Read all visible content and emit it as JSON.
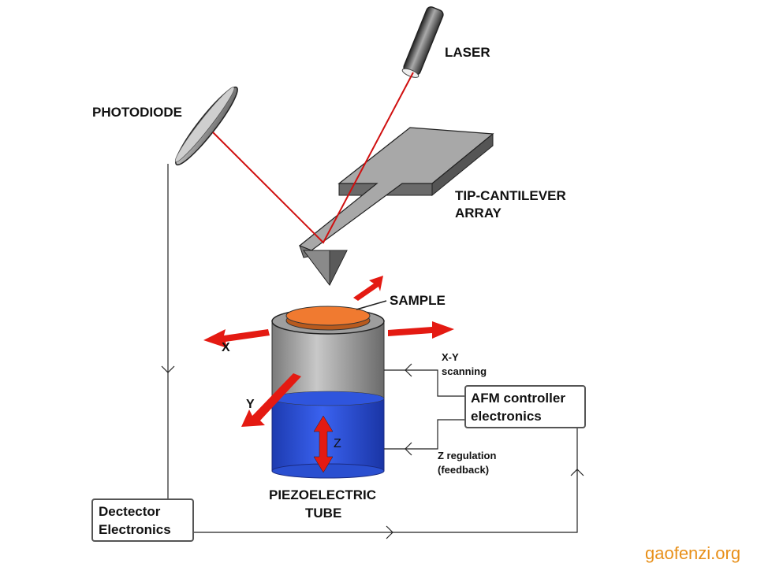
{
  "labels": {
    "laser": "LASER",
    "photodiode": "PHOTODIODE",
    "cantilever_line1": "TIP-CANTILEVER",
    "cantilever_line2": "ARRAY",
    "sample": "SAMPLE",
    "piezo_line1": "PIEZOELECTRIC",
    "piezo_line2": "TUBE",
    "axis_x": "X",
    "axis_y": "Y",
    "axis_z": "Z",
    "xy_line1": "X-Y",
    "xy_line2": "scanning",
    "zreg_line1": "Z regulation",
    "zreg_line2": "(feedback)",
    "afm_line1": "AFM controller",
    "afm_line2": "electronics",
    "det_line1": "Dectector",
    "det_line2": "Electronics"
  },
  "watermark": "gaofenzi.org",
  "colors": {
    "laser_beam": "#d01010",
    "arrow": "#e41a12",
    "sample": "#f07a30",
    "tube_upper": "#8c8c8c",
    "tube_lower": "#2a4fd8",
    "watermark": "#e8901a",
    "wire": "#222222"
  }
}
